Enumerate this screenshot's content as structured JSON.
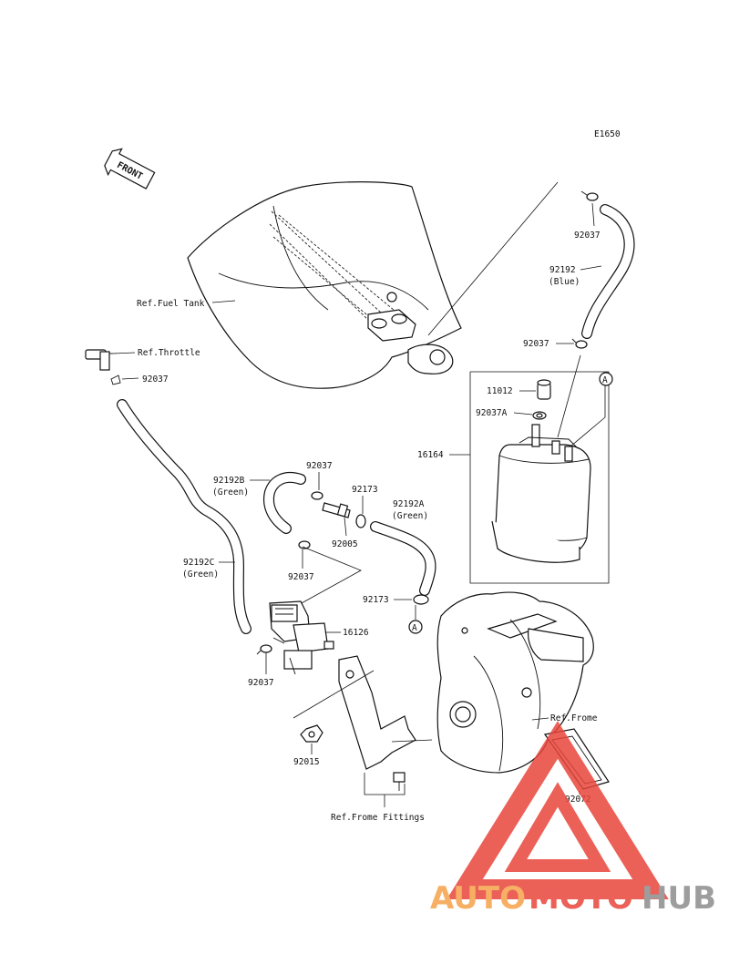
{
  "diagram_code": "E1650",
  "front_label": "FRONT",
  "labels": {
    "ref_fuel_tank": "Ref.Fuel Tank",
    "ref_throttle": "Ref.Throttle",
    "ref_frame": "Ref.Frome",
    "ref_frame_fittings": "Ref.Frome Fittings",
    "p92037_top": "92037",
    "p92192": "92192",
    "p92192_color": "(Blue)",
    "p92037_mid": "92037",
    "p11012": "11012",
    "p92037A": "92037A",
    "p16164": "16164",
    "marker_A_top": "A",
    "p92037_throttle": "92037",
    "p92192B": "92192B",
    "p92192B_color": "(Green)",
    "p92037_b": "92037",
    "p92173_a": "92173",
    "p92192A": "92192A",
    "p92192A_color": "(Green)",
    "p92005": "92005",
    "p92037_c": "92037",
    "p92192C": "92192C",
    "p92192C_color": "(Green)",
    "p92173_b": "92173",
    "marker_A_bottom": "A",
    "p16126": "16126",
    "p92037_d": "92037",
    "p92015": "92015",
    "p92072": "92072"
  },
  "watermark": {
    "part1": "AUTO",
    "part2": "MOTO",
    "part3": "HUB",
    "color_orange": "#f5a24a",
    "color_red": "#e8463c",
    "color_gray": "#8d8d8d"
  }
}
